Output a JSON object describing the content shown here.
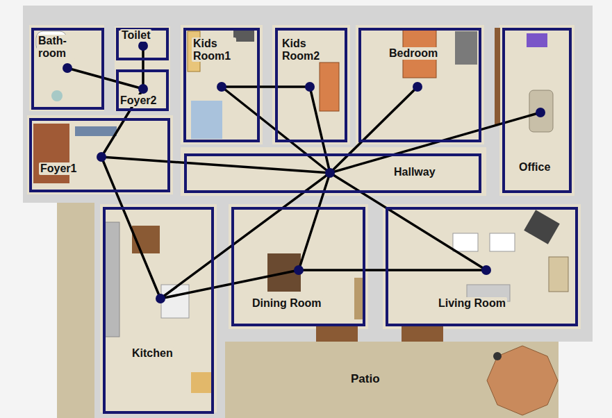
{
  "diagram": {
    "nodes": [
      {
        "text": [
          "Bath- room"
        ]
      },
      {
        "text": [
          "Toilet"
        ]
      },
      {
        "text": [
          "Kids Room1"
        ]
      },
      {
        "text": [
          "Kids Room2"
        ]
      },
      {
        "text": [
          "Bedroom"
        ]
      },
      {
        "text": [
          "Office"
        ]
      },
      {
        "text": [
          "Foyer2"
        ]
      },
      {
        "text": [
          "Foyer1"
        ]
      },
      {
        "text": [
          "Hallway"
        ]
      },
      {
        "text": [
          "Kitchen"
        ]
      },
      {
        "text": [
          "Dining Room"
        ]
      },
      {
        "text": [
          "Living Room"
        ]
      }
    ],
    "edges": [
      {
        "from": 0,
        "to": 6,
        "arrow": "none"
      },
      {
        "from": 1,
        "to": 6,
        "arrow": "none"
      },
      {
        "from": 6,
        "to": 7,
        "arrow": "none"
      },
      {
        "from": 7,
        "to": 8,
        "arrow": "none"
      },
      {
        "from": 7,
        "to": 9,
        "arrow": "none"
      },
      {
        "from": 2,
        "to": 3,
        "arrow": "none"
      },
      {
        "from": 2,
        "to": 8,
        "arrow": "none"
      },
      {
        "from": 3,
        "to": 8,
        "arrow": "none"
      },
      {
        "from": 4,
        "to": 8,
        "arrow": "none"
      },
      {
        "from": 5,
        "to": 8,
        "arrow": "none"
      },
      {
        "from": 8,
        "to": 9,
        "arrow": "none"
      },
      {
        "from": 8,
        "to": 10,
        "arrow": "none"
      },
      {
        "from": 8,
        "to": 11,
        "arrow": "none"
      },
      {
        "from": 9,
        "to": 10,
        "arrow": "none"
      },
      {
        "from": 10,
        "to": 11,
        "arrow": "none"
      }
    ],
    "labels": [
      "Patio"
    ]
  }
}
